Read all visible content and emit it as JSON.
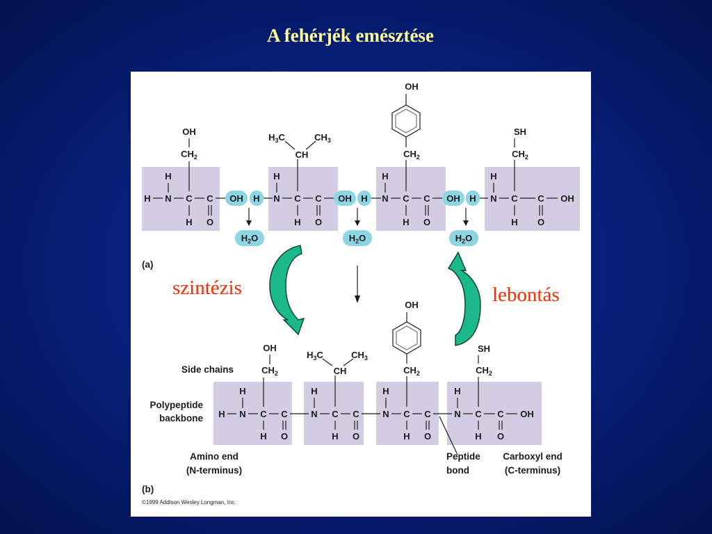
{
  "slide": {
    "title": "A fehérjék emésztése",
    "left_arrow_label": "szintézis",
    "right_arrow_label": "lebontás"
  },
  "panel_a": {
    "label": "(a)",
    "water": "H2O",
    "hydroxyl": "OH",
    "hydrogen": "H",
    "terminal_oh": "OH",
    "side_chains": [
      {
        "top": "OH",
        "ch2": "CH2"
      },
      {
        "left": "H3C",
        "right": "CH3",
        "ch": "CH"
      },
      {
        "top": "OH",
        "ch2": "CH2"
      },
      {
        "top": "SH",
        "ch2": "CH2"
      }
    ]
  },
  "panel_b": {
    "label": "(b)",
    "side_chains_label": "Side chains",
    "backbone_label_1": "Polypeptide",
    "backbone_label_2": "backbone",
    "amino_end_1": "Amino end",
    "amino_end_2": "(N-terminus)",
    "peptide_bond_1": "Peptide",
    "peptide_bond_2": "bond",
    "carboxyl_end_1": "Carboxyl end",
    "carboxyl_end_2": "(C-terminus)",
    "copyright": "©1999 Addison Wesley Longman, Inc."
  },
  "colors": {
    "background": "#06207e",
    "title": "#ffff99",
    "arrow_labels": "#ff2a00",
    "residue_box": "#d3cde3",
    "water_pill": "#8fd6e4",
    "curved_arrow": "#1ab88a"
  }
}
